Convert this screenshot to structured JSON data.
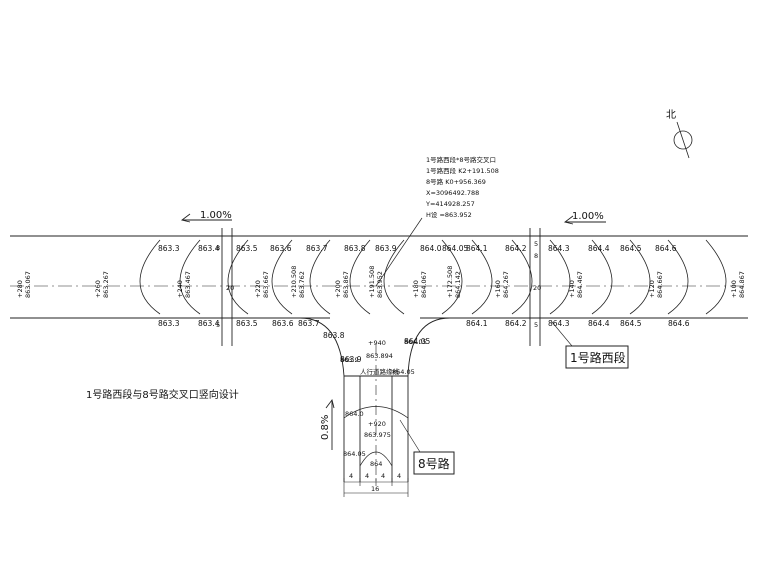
{
  "colors": {
    "line": "#222222",
    "background": "#ffffff"
  },
  "grade_left": "1.00%",
  "grade_right": "1.00%",
  "grade_vertical": "0.8%",
  "main_road_name": "1号路西段",
  "side_road_name": "8号路",
  "drawing_title": "1号路西段与8号路交叉口竖向设计",
  "north": {
    "label": "北",
    "icon": "north-arrow-icon"
  },
  "info_lines": [
    "1号路西段*8号路交叉口",
    "1号路西段 K2+191.508",
    "8号路 K0+956.369",
    "X=3096492.788",
    "Y=414928.257",
    "H设 =863.952"
  ],
  "top_elev": [
    "863.3",
    "863.4",
    "863.5",
    "863.6",
    "863.7",
    "863.8",
    "863.9",
    "864.0",
    "864.05",
    "864.1",
    "864.2",
    "864.3",
    "864.4",
    "864.5",
    "864.6"
  ],
  "bottom_elev": [
    "863.3",
    "863.4",
    "863.5",
    "863.6",
    "863.7",
    "863.8",
    "863.9",
    "864.05",
    "864.1",
    "864.2",
    "864.3",
    "864.4",
    "864.5",
    "864.6"
  ],
  "stations": [
    {
      "sta": "+280",
      "elev": "863.067"
    },
    {
      "sta": "+260",
      "elev": "863.267"
    },
    {
      "sta": "+240",
      "elev": "863.467"
    },
    {
      "sta": "+220",
      "elev": "863.667"
    },
    {
      "sta": "+210.508",
      "elev": "863.762"
    },
    {
      "sta": "+200",
      "elev": "863.867"
    },
    {
      "sta": "+191.508",
      "elev": "863.952"
    },
    {
      "sta": "+180",
      "elev": "864.067"
    },
    {
      "sta": "+172.508",
      "elev": "864.142"
    },
    {
      "sta": "+160",
      "elev": "864.267"
    },
    {
      "sta": "+140",
      "elev": "864.467"
    },
    {
      "sta": "+120",
      "elev": "864.667"
    },
    {
      "sta": "+100",
      "elev": "864.867"
    }
  ],
  "side_labels": {
    "v1": "8",
    "v2": "5",
    "v3": "20",
    "v4": "5",
    "v5": "5",
    "v6": "20",
    "v7": "8"
  },
  "side_road": {
    "sta_940": "+940",
    "elev_940": "863.894",
    "stop_line": "人行道路缘线",
    "sta_920": "+920",
    "elev_920": "863.975",
    "e_864_0": "864.0",
    "e_864_05a": "864.05",
    "e_864_05b": "864.05",
    "e_864_05c": "864.05",
    "e_863_9": "863.9",
    "e_864": "864",
    "dims": [
      "4",
      "4",
      "4",
      "4"
    ],
    "total_width": "16"
  }
}
